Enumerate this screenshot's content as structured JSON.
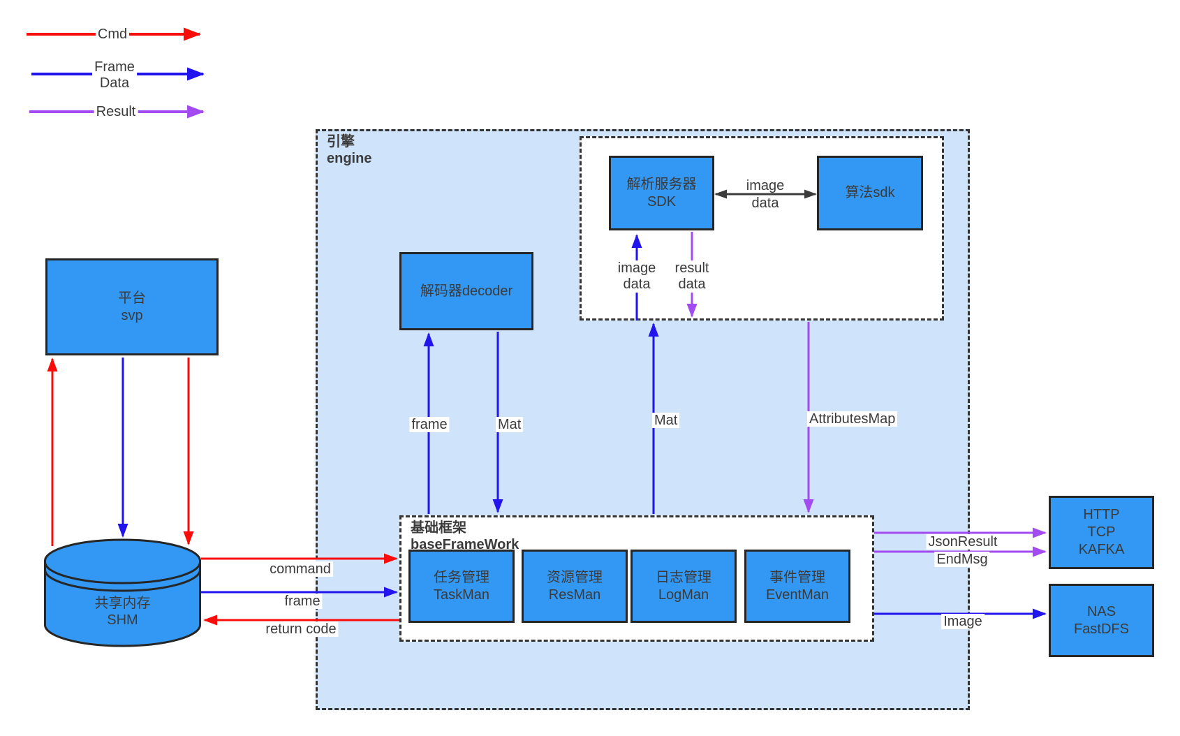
{
  "colors": {
    "node_fill": "#3398f4",
    "node_border": "#262626",
    "engine_fill": "#cfe3fa",
    "dash": "#333333",
    "red": "#f90d0b",
    "blue": "#2114ed",
    "purple": "#a24bf0",
    "black_arrow": "#3b3b3b",
    "text": "#3b3b3b"
  },
  "legend": {
    "items": [
      {
        "id": "cmd",
        "color": "red",
        "lines": [
          "Cmd"
        ]
      },
      {
        "id": "frame-data",
        "color": "blue",
        "lines": [
          "Frame",
          "Data"
        ]
      },
      {
        "id": "result",
        "color": "purple",
        "lines": [
          "Result"
        ]
      }
    ]
  },
  "containers": {
    "engine": {
      "lines": [
        "引擎",
        "engine"
      ]
    },
    "baseframework": {
      "lines": [
        "基础框架",
        "baseFrameWork"
      ]
    }
  },
  "nodes": {
    "svp": {
      "lines": [
        "平台",
        "svp"
      ]
    },
    "shm": {
      "lines": [
        "共享内存",
        "SHM"
      ]
    },
    "decoder": {
      "lines": [
        "解码器decoder"
      ]
    },
    "parse_sdk": {
      "lines": [
        "解析服务器",
        "SDK"
      ]
    },
    "algo_sdk": {
      "lines": [
        "算法sdk"
      ]
    },
    "taskman": {
      "lines": [
        "任务管理",
        "TaskMan"
      ]
    },
    "resman": {
      "lines": [
        "资源管理",
        "ResMan"
      ]
    },
    "logman": {
      "lines": [
        "日志管理",
        "LogMan"
      ]
    },
    "eventman": {
      "lines": [
        "事件管理",
        "EventMan"
      ]
    },
    "http": {
      "lines": [
        "HTTP",
        "TCP",
        "KAFKA"
      ]
    },
    "nas": {
      "lines": [
        "NAS",
        "FastDFS"
      ]
    }
  },
  "arrow_labels": {
    "command": "command",
    "frame_in": "frame",
    "return_code": "return code",
    "frame_up": "frame",
    "mat_down": "Mat",
    "mat_up": "Mat",
    "attributes_map": "AttributesMap",
    "image_data_top": [
      "image",
      "data"
    ],
    "image_data_up": [
      "image",
      "data"
    ],
    "result_data_down": [
      "result",
      "data"
    ],
    "json_result": "JsonResult",
    "end_msg": "EndMsg",
    "image_out": "Image"
  }
}
